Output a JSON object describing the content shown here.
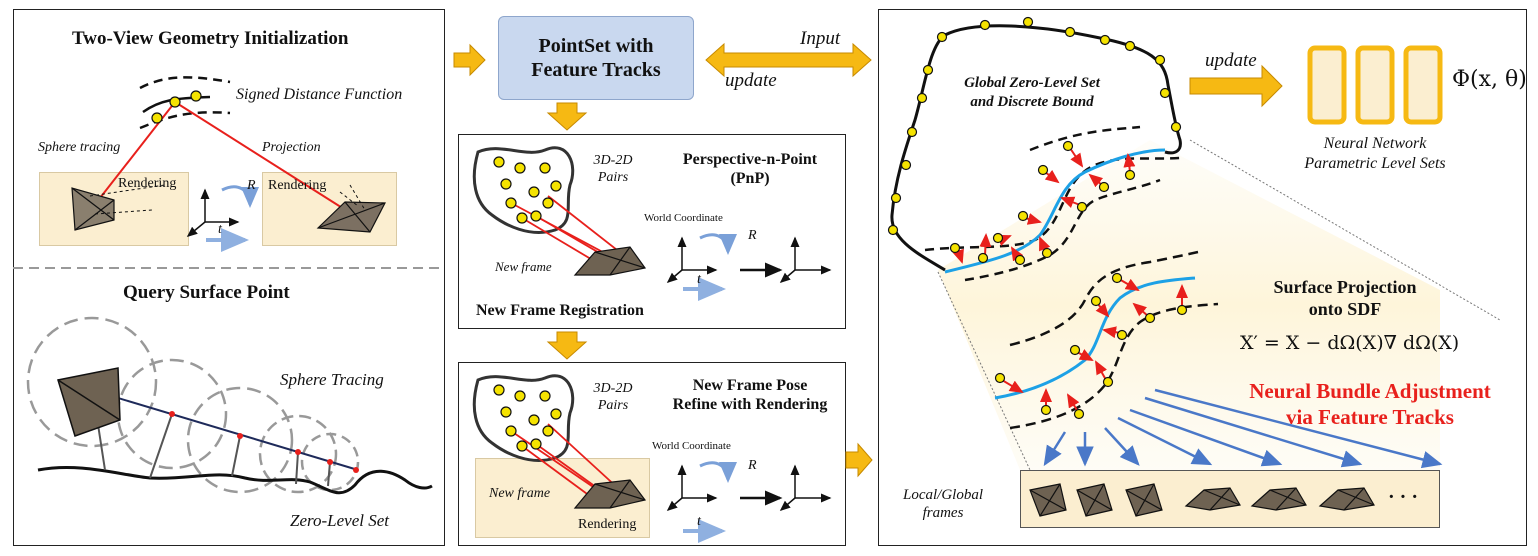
{
  "left_panel": {
    "two_view_title": "Two-View Geometry Initialization",
    "sdf_label": "Signed Distance Function",
    "sphere_tracing_label": "Sphere tracing",
    "projection_label": "Projection",
    "rendering_label_1": "Rendering",
    "rendering_label_2": "Rendering",
    "rotation_symbol": "R",
    "translation_symbol": "t",
    "query_title": "Query Surface Point",
    "sphere_tracing_caption": "Sphere Tracing",
    "zero_level_set_caption": "Zero-Level Set"
  },
  "middle_panel": {
    "pointset_line1": "PointSet with",
    "pointset_line2": "Feature Tracks",
    "input_label": "Input",
    "update_label": "update",
    "pnp": {
      "pairs_line1": "3D-2D",
      "pairs_line2": "Pairs",
      "title_line1": "Perspective-n-Point",
      "title_line2": "(PnP)",
      "world_coordinate": "World Coordinate",
      "rotation_symbol": "R",
      "translation_symbol": "t",
      "new_frame": "New frame",
      "caption": "New Frame Registration"
    },
    "refine": {
      "pairs_line1": "3D-2D",
      "pairs_line2": "Pairs",
      "title_line1": "New Frame Pose",
      "title_line2": "Refine with Rendering",
      "world_coordinate": "World Coordinate",
      "rotation_symbol": "R",
      "translation_symbol": "t",
      "new_frame": "New frame",
      "rendering": "Rendering"
    }
  },
  "right_panel": {
    "global_line1": "Global Zero-Level Set",
    "global_line2": "and Discrete Bound",
    "update_label": "update",
    "phi_formula": "Φ(x, θ)",
    "nn_line1": "Neural Network",
    "nn_line2": "Parametric Level Sets",
    "surface_proj_line1": "Surface Projection",
    "surface_proj_line2": "onto SDF",
    "equation": "X′ = X − dΩ(X)∇ dΩ(X)",
    "nba_line1": "Neural Bundle Adjustment",
    "nba_line2": "via Feature Tracks",
    "frames_line1": "Local/Global",
    "frames_line2": "frames",
    "ellipsis": "· · ·"
  },
  "colors": {
    "arrow_fill": "#f6b913",
    "pointset_fill": "#c9d8ef",
    "surface_blue": "#1da1e6",
    "red": "#e8201c",
    "nba_text": "#e8201c",
    "beige": "#fbeed0"
  }
}
